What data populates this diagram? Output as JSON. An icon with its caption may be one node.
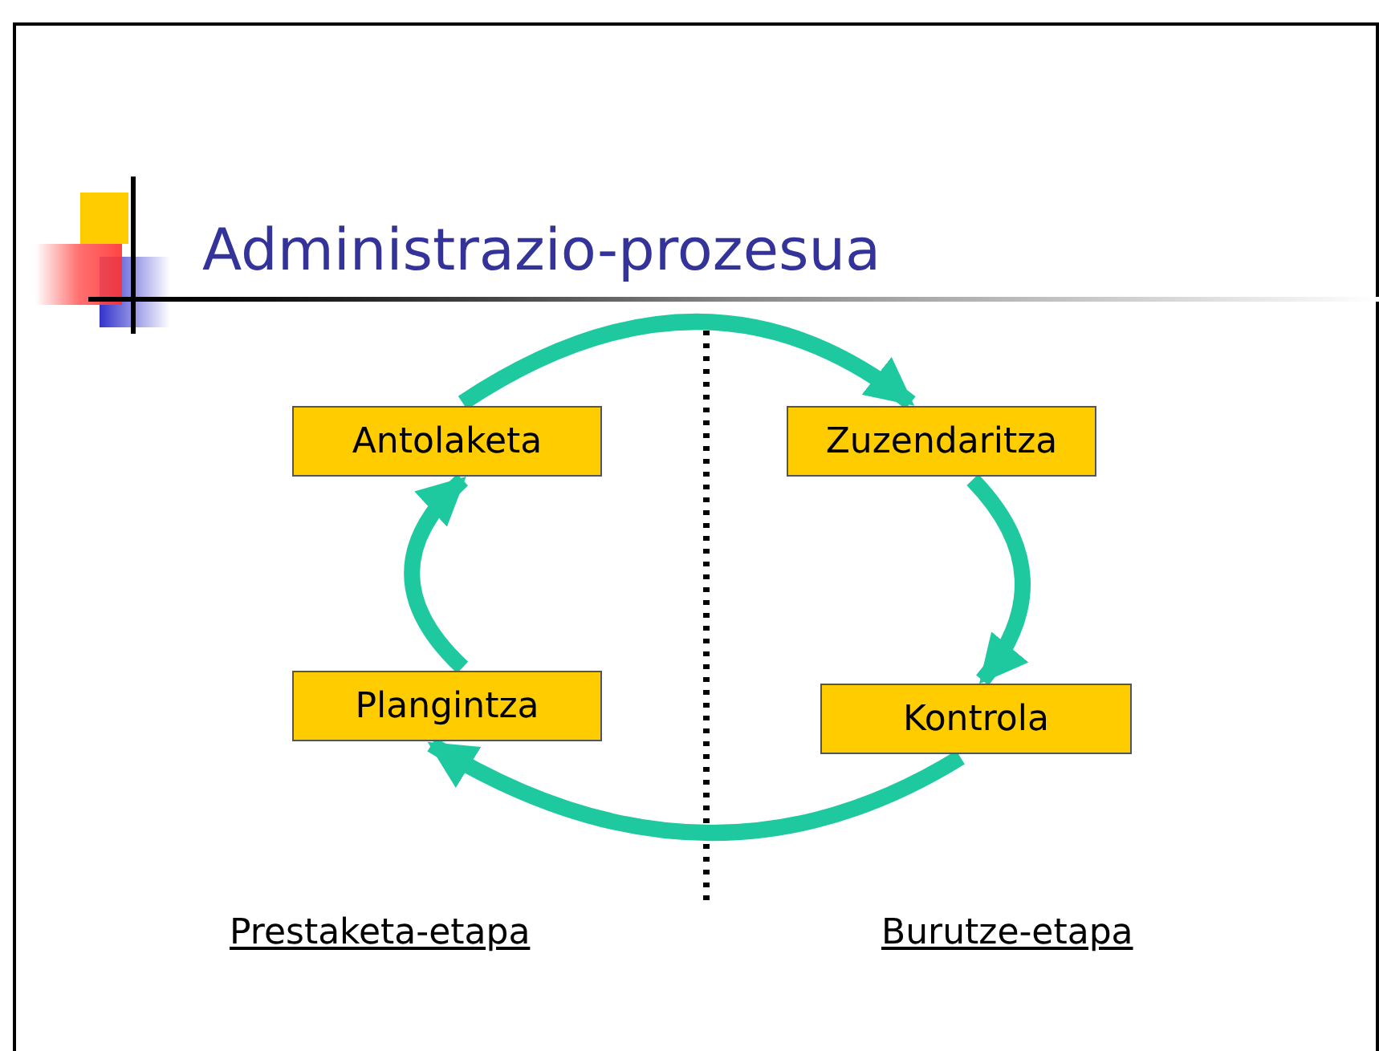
{
  "diagram": {
    "title": "Administrazio-prozesua",
    "nodes": [
      {
        "text": [
          "Antolaketa"
        ]
      },
      {
        "text": [
          "Zuzendaritza"
        ]
      },
      {
        "text": [
          "Plangintza"
        ]
      },
      {
        "text": [
          "Kontrola"
        ]
      }
    ],
    "edges": [
      {
        "from": 0,
        "to": 1,
        "arrow": "to"
      },
      {
        "from": 1,
        "to": 3,
        "arrow": "to"
      },
      {
        "from": 3,
        "to": 2,
        "arrow": "to"
      },
      {
        "from": 2,
        "to": 0,
        "arrow": "to"
      }
    ],
    "labels": [
      "Prestaketa-etapa",
      "Burutze-etapa"
    ]
  }
}
